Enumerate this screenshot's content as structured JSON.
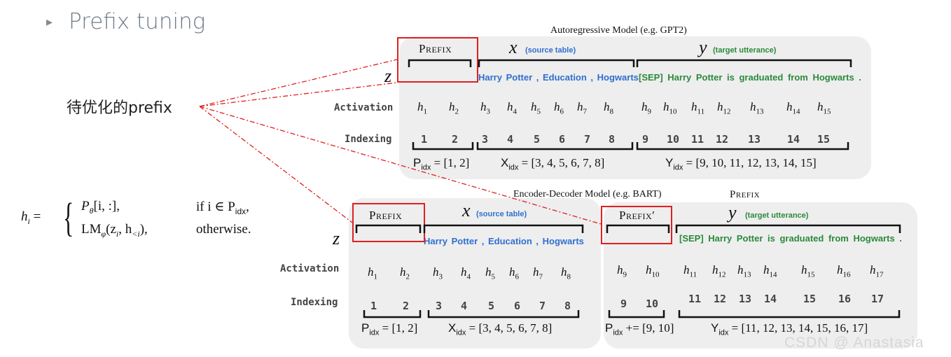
{
  "slide": {
    "bullet_marker": "▸",
    "title": "Prefix tuning",
    "prefix_note": "待优化的prefix"
  },
  "formula": {
    "lhs": "h",
    "lhs_sub": "i",
    "equals": "=",
    "case1_expr": "P",
    "case1_sub": "θ",
    "case1_rest": "[i, :],",
    "case1_cond": "if i ∈ P",
    "case1_cond_sub": "idx",
    "case1_cond_end": ",",
    "case2_expr": "LM",
    "case2_sub": "φ",
    "case2_rest": "(z",
    "case2_rest_sub": "i",
    "case2_rest2": ", h",
    "case2_rest2_sub": "<i",
    "case2_rest3": "),",
    "case2_cond": "otherwise."
  },
  "top_model": {
    "title": "Autoregressive Model (e.g. GPT2)",
    "prefix_label": "Prefix",
    "z_label": "z",
    "x_label": "x",
    "x_note": "(source table)",
    "y_label": "y",
    "y_note": "(target utterance)",
    "source_text": "Harry Potter , Education , Hogwarts",
    "target_text": "[SEP] Harry Potter is graduated from Hogwarts .",
    "activation_label": "Activation",
    "indexing_label": "Indexing",
    "activations": [
      "1",
      "2",
      "3",
      "4",
      "5",
      "6",
      "7",
      "8",
      "9",
      "10",
      "11",
      "12",
      "13",
      "14",
      "15"
    ],
    "indexes": [
      "1",
      "2",
      "3",
      "4",
      "5",
      "6",
      "7",
      "8",
      "9",
      "10",
      "11",
      "12",
      "13",
      "14",
      "15"
    ],
    "p_idx": "= [1, 2]",
    "x_idx": "= [3, 4, 5, 6, 7, 8]",
    "y_idx": "= [9, 10, 11, 12, 13, 14, 15]"
  },
  "bottom_model": {
    "title": "Encoder-Decoder Model (e.g. BART)",
    "floating_label": "Prefix",
    "prefix_label": "Prefix",
    "prefix_prime_label": "Prefix′",
    "z_label": "z",
    "x_label": "x",
    "x_note": "(source table)",
    "y_label": "y",
    "y_note": "(target utterance)",
    "source_text": "Harry Potter , Education , Hogwarts",
    "target_text": "[SEP] Harry Potter is graduated from Hogwarts .",
    "activation_label": "Activation",
    "indexing_label": "Indexing",
    "enc_activations": [
      "1",
      "2",
      "3",
      "4",
      "5",
      "6",
      "7",
      "8"
    ],
    "dec_activations": [
      "9",
      "10",
      "11",
      "12",
      "13",
      "14",
      "15",
      "16",
      "17"
    ],
    "enc_indexes": [
      "1",
      "2",
      "3",
      "4",
      "5",
      "6",
      "7",
      "8"
    ],
    "dec_indexes": [
      "9",
      "10",
      "11",
      "12",
      "13",
      "14",
      "15",
      "16",
      "17"
    ],
    "p_idx": "= [1, 2]",
    "x_idx": "= [3, 4, 5, 6, 7, 8]",
    "p_idx_dec": "+= [9, 10]",
    "y_idx": "= [11, 12, 13, 14, 15, 16, 17]"
  },
  "watermark": "CSDN @ Anastasia",
  "colors": {
    "highlight": "#e02020",
    "source": "#2f6fcf",
    "target": "#2a8a3a",
    "panel": "#eeeeee"
  }
}
